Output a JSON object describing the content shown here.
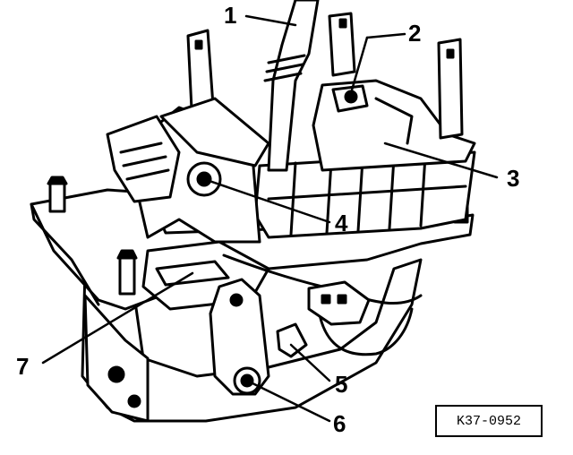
{
  "diagram": {
    "callouts": [
      {
        "id": "1",
        "label": "1"
      },
      {
        "id": "2",
        "label": "2"
      },
      {
        "id": "3",
        "label": "3"
      },
      {
        "id": "4",
        "label": "4"
      },
      {
        "id": "5",
        "label": "5"
      },
      {
        "id": "6",
        "label": "6"
      },
      {
        "id": "7",
        "label": "7"
      }
    ],
    "reference_code": "K37-0952"
  },
  "colors": {
    "ink": "#000000",
    "paper": "#ffffff"
  }
}
